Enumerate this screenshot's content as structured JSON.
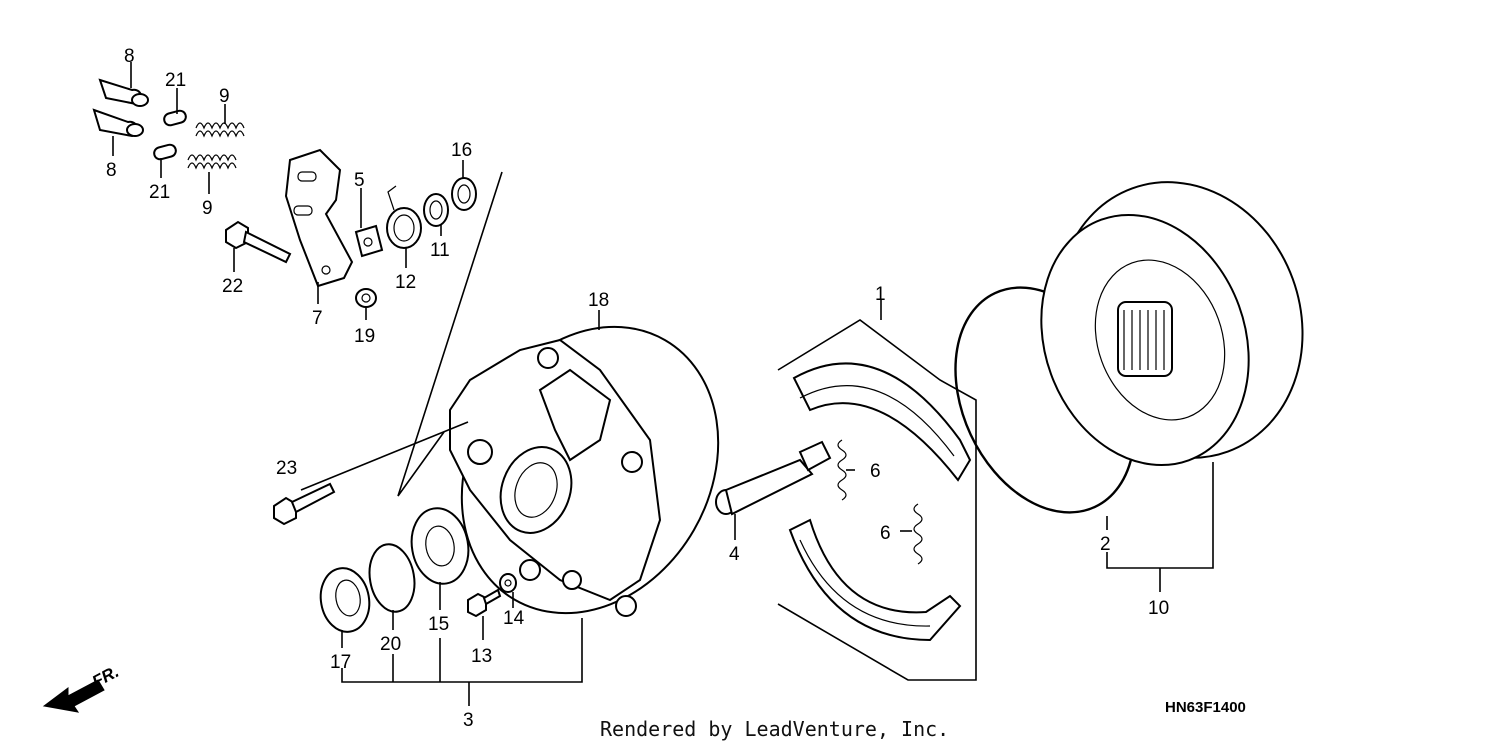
{
  "diagram": {
    "callouts": [
      {
        "id": "c8a",
        "label": "8"
      },
      {
        "id": "c8b",
        "label": "8"
      },
      {
        "id": "c21a",
        "label": "21"
      },
      {
        "id": "c21b",
        "label": "21"
      },
      {
        "id": "c9a",
        "label": "9"
      },
      {
        "id": "c9b",
        "label": "9"
      },
      {
        "id": "c22",
        "label": "22"
      },
      {
        "id": "c7",
        "label": "7"
      },
      {
        "id": "c5",
        "label": "5"
      },
      {
        "id": "c12",
        "label": "12"
      },
      {
        "id": "c19",
        "label": "19"
      },
      {
        "id": "c11",
        "label": "11"
      },
      {
        "id": "c16",
        "label": "16"
      },
      {
        "id": "c18",
        "label": "18"
      },
      {
        "id": "c23",
        "label": "23"
      },
      {
        "id": "c17",
        "label": "17"
      },
      {
        "id": "c20",
        "label": "20"
      },
      {
        "id": "c15",
        "label": "15"
      },
      {
        "id": "c13",
        "label": "13"
      },
      {
        "id": "c14",
        "label": "14"
      },
      {
        "id": "c3",
        "label": "3"
      },
      {
        "id": "c4",
        "label": "4"
      },
      {
        "id": "c1",
        "label": "1"
      },
      {
        "id": "c6a",
        "label": "6"
      },
      {
        "id": "c6b",
        "label": "6"
      },
      {
        "id": "c2",
        "label": "2"
      },
      {
        "id": "c10",
        "label": "10"
      }
    ],
    "direction_label": "FR.",
    "diagram_code": "HN63F1400",
    "footer_text": "Rendered by LeadVenture, Inc."
  }
}
